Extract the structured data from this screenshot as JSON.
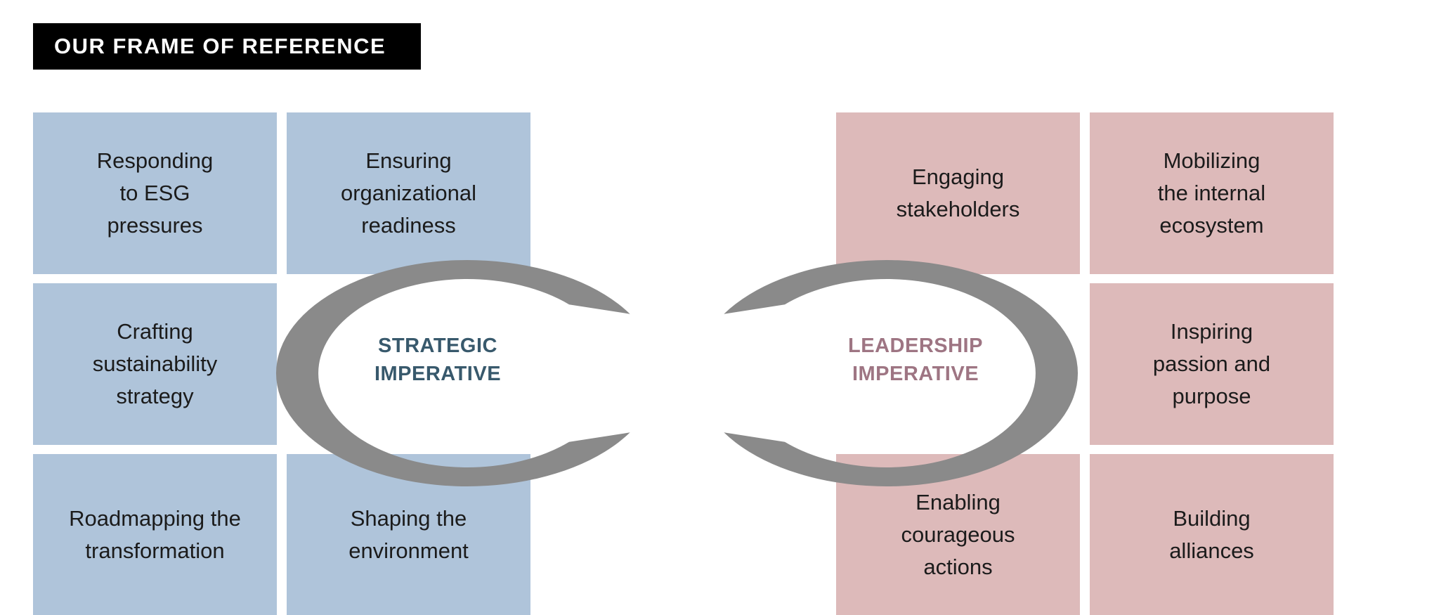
{
  "header": {
    "title": "OUR FRAME OF REFERENCE"
  },
  "colors": {
    "header_bg": "#000000",
    "header_text": "#ffffff",
    "blue_box": "#afc4da",
    "pink_box": "#ddbaba",
    "ring_gray": "#8a8a8a",
    "strategic_text": "#38596c",
    "leadership_text": "#9e7583",
    "box_text": "#1b1b1b",
    "page_bg": "#ffffff"
  },
  "strategic": {
    "label": "STRATEGIC\nIMPERATIVE",
    "boxes": [
      {
        "label": "Responding\nto ESG\npressures"
      },
      {
        "label": "Ensuring\norganizational\nreadiness"
      },
      {
        "label": "Crafting\nsustainability\nstrategy"
      },
      {
        "label": "Roadmapping the\ntransformation"
      },
      {
        "label": "Shaping the\nenvironment"
      }
    ]
  },
  "leadership": {
    "label": "LEADERSHIP\nIMPERATIVE",
    "boxes": [
      {
        "label": "Engaging\nstakeholders"
      },
      {
        "label": "Mobilizing\nthe internal\necosystem"
      },
      {
        "label": "Inspiring\npassion and\npurpose"
      },
      {
        "label": "Enabling\ncourageous\nactions"
      },
      {
        "label": "Building\nalliances"
      }
    ]
  }
}
